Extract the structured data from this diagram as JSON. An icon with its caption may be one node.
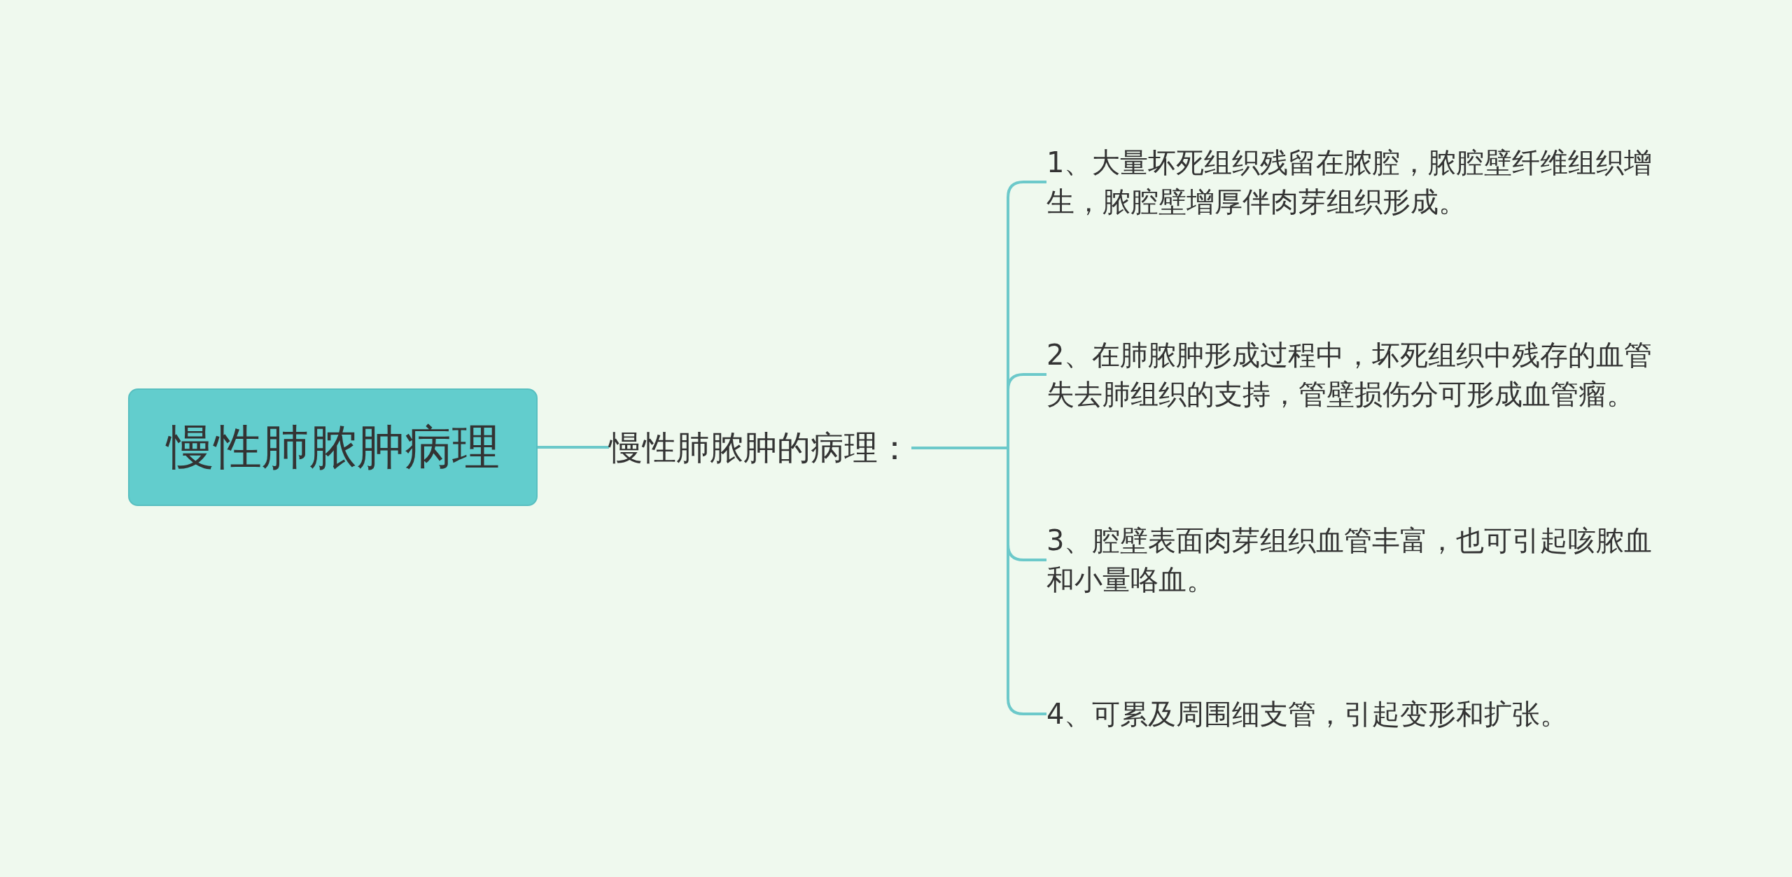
{
  "diagram": {
    "nodes": [
      {
        "text": [
          "慢性肺脓肿病理"
        ]
      },
      {
        "text": [
          "慢性肺脓肿的病理："
        ]
      },
      {
        "text": [
          "1、大量坏死组织残留在脓腔，脓腔壁纤维组织增生，脓腔壁增厚伴肉芽组织形成。"
        ]
      },
      {
        "text": [
          "2、在肺脓肿形成过程中，坏死组织中残存的血管失去肺组织的支持，管壁损伤分可形成血管瘤。"
        ]
      },
      {
        "text": [
          "3、腔壁表面肉芽组织血管丰富，也可引起咳脓血和小量咯血。"
        ]
      },
      {
        "text": [
          "4、可累及周围细支管，引起变形和扩张。"
        ]
      }
    ],
    "edges": [
      {
        "from": 0,
        "to": 1,
        "arrow": "none"
      },
      {
        "from": 1,
        "to": 2,
        "arrow": "none"
      },
      {
        "from": 1,
        "to": 3,
        "arrow": "none"
      },
      {
        "from": 1,
        "to": 4,
        "arrow": "none"
      },
      {
        "from": 1,
        "to": 5,
        "arrow": "none"
      }
    ]
  }
}
